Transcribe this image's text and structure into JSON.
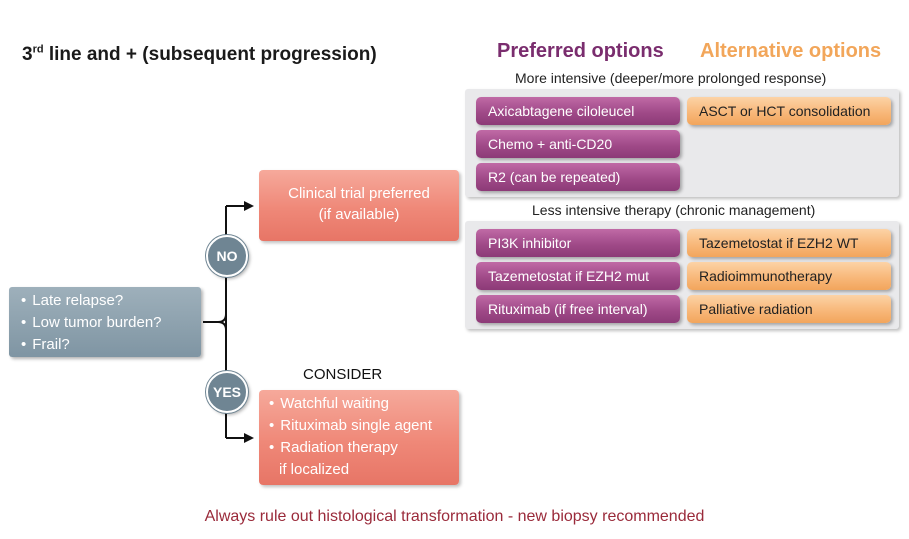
{
  "title_main": "3",
  "title_sup": "rd",
  "title_rest": " line and + (subsequent progression)",
  "preferred_heading": "Preferred options",
  "alternative_heading": "Alternative options",
  "more_intensive_label": "More intensive (deeper/more prolonged response)",
  "less_intensive_label": "Less intensive therapy (chronic management)",
  "more_intensive": {
    "preferred": [
      "Axicabtagene ciloleucel",
      "Chemo + anti-CD20",
      "R2 (can be repeated)"
    ],
    "alternative": [
      "ASCT or HCT consolidation"
    ]
  },
  "less_intensive": {
    "preferred": [
      "PI3K inhibitor",
      "Tazemetostat if EZH2 mut",
      "Rituximab (if free interval)"
    ],
    "alternative": [
      "Tazemetostat if EZH2 WT",
      "Radioimmunotherapy",
      "Palliative radiation"
    ]
  },
  "questions": [
    "Late relapse?",
    "Low tumor burden?",
    "Frail?"
  ],
  "no_label": "NO",
  "yes_label": "YES",
  "trial": {
    "line1": "Clinical trial preferred",
    "line2": "(if available)"
  },
  "consider_label": "CONSIDER",
  "consider_items": [
    "Watchful waiting",
    "Rituximab single agent",
    "Radiation therapy"
  ],
  "consider_continuation": "if localized",
  "footer": "Always rule out histological transformation - new biopsy recommended",
  "colors": {
    "purple": "#a04a88",
    "orange": "#f8b87a",
    "salmon": "#ef8878",
    "slate": "#7f95a3",
    "footer": "#9a2a3a"
  }
}
